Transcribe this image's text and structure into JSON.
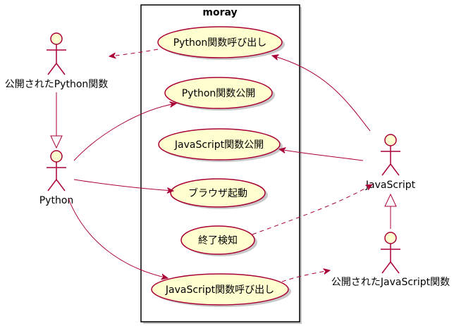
{
  "diagram": {
    "package_title": "moray",
    "colors": {
      "arrow": "#A80036",
      "fill": "#FEFECE",
      "border": "#A80036",
      "package_border": "#000000",
      "shadow": "#C8C8C8"
    },
    "actors": {
      "public_python_funcs": "公開されたPython関数",
      "python": "Python",
      "javascript": "JavaScript",
      "public_js_funcs": "公開されたJavaScript関数"
    },
    "usecases": {
      "call_python": "Python関数呼び出し",
      "expose_python": "Python関数公開",
      "expose_js": "JavaScript関数公開",
      "launch_browser": "ブラウザ起動",
      "detect_exit": "終了検知",
      "call_js": "JavaScript関数呼び出し"
    }
  }
}
